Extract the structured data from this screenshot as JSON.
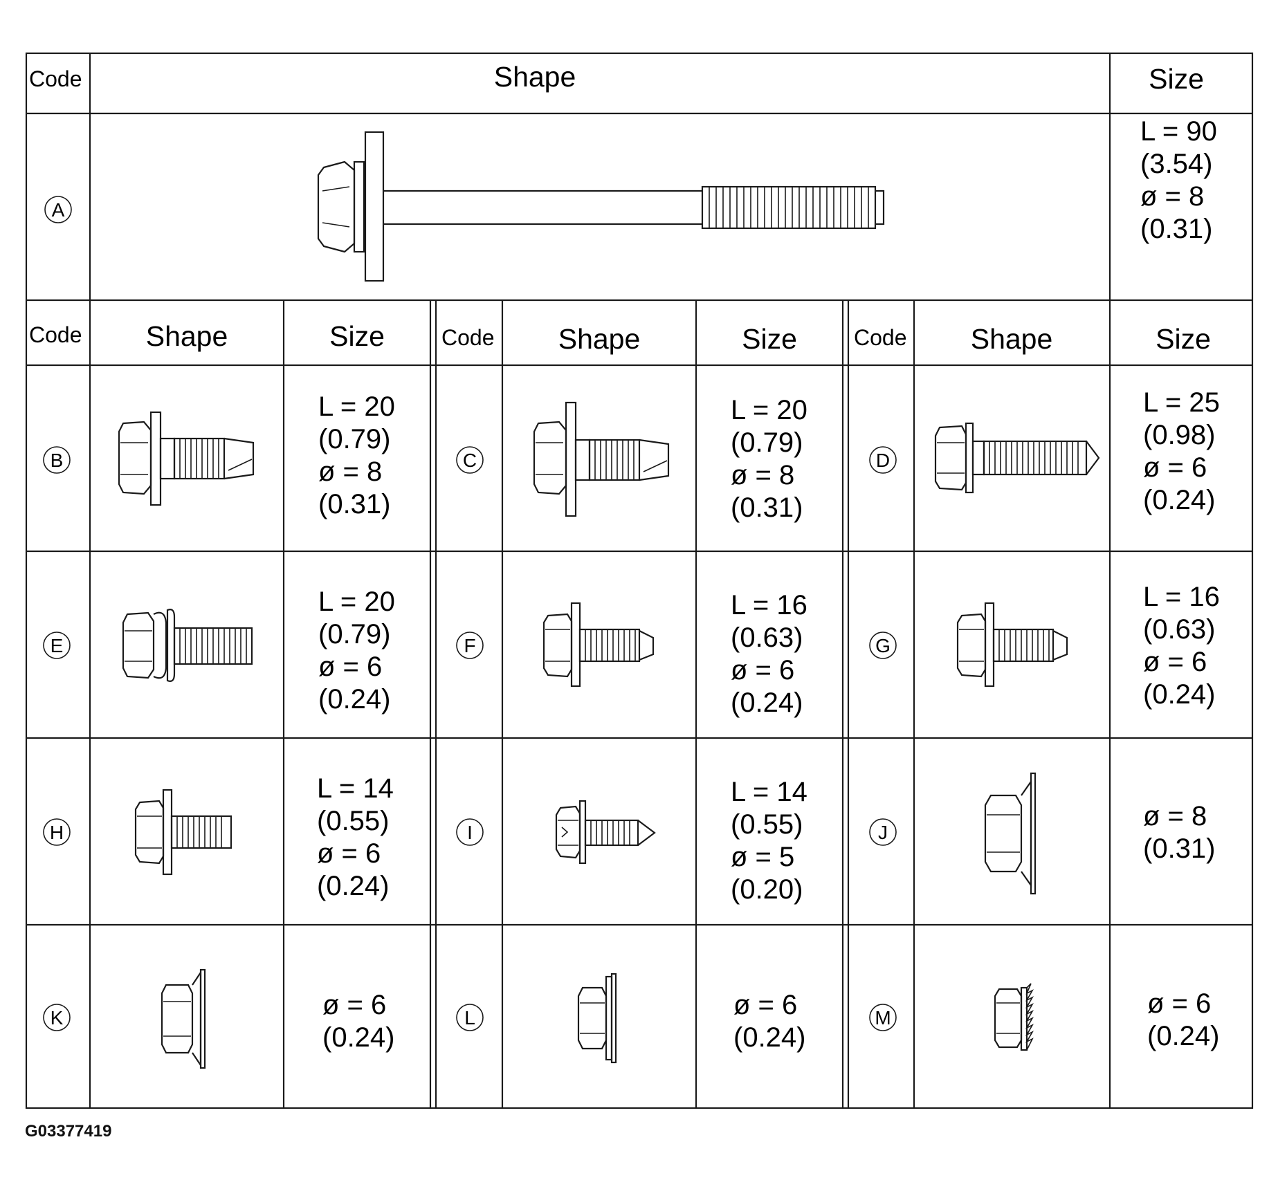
{
  "headers": {
    "code": "Code",
    "shape": "Shape",
    "size": "Size"
  },
  "fasteners": [
    {
      "code": "A",
      "type": "long-bolt-with-washer",
      "size_lines": [
        "L = 90",
        "(3.54)",
        "ø = 8",
        "(0.31)"
      ]
    },
    {
      "code": "B",
      "type": "bolt-with-washer-cutting-tip",
      "size_lines": [
        "L = 20",
        "(0.79)",
        "ø = 8",
        "(0.31)"
      ]
    },
    {
      "code": "C",
      "type": "bolt-with-washer-cutting-tip",
      "size_lines": [
        "L = 20",
        "(0.79)",
        "ø = 8",
        "(0.31)"
      ]
    },
    {
      "code": "D",
      "type": "flange-bolt-pointed",
      "size_lines": [
        "L = 25",
        "(0.98)",
        "ø = 6",
        "(0.24)"
      ]
    },
    {
      "code": "E",
      "type": "bolt-with-spring-washer",
      "size_lines": [
        "L = 20",
        "(0.79)",
        "ø = 6",
        "(0.24)"
      ]
    },
    {
      "code": "F",
      "type": "bolt-with-washer-tapered",
      "size_lines": [
        "L = 16",
        "(0.63)",
        "ø = 6",
        "(0.24)"
      ]
    },
    {
      "code": "G",
      "type": "bolt-with-washer-tapered",
      "size_lines": [
        "L = 16",
        "(0.63)",
        "ø = 6",
        "(0.24)"
      ]
    },
    {
      "code": "H",
      "type": "bolt-with-washer",
      "size_lines": [
        "L = 14",
        "(0.55)",
        "ø = 6",
        "(0.24)"
      ]
    },
    {
      "code": "I",
      "type": "self-tapping-screw",
      "size_lines": [
        "L = 14",
        "(0.55)",
        "ø = 5",
        "(0.20)"
      ]
    },
    {
      "code": "J",
      "type": "flange-nut-large",
      "size_lines": [
        "ø = 8",
        "(0.31)"
      ]
    },
    {
      "code": "K",
      "type": "flange-nut",
      "size_lines": [
        "ø = 6",
        "(0.24)"
      ]
    },
    {
      "code": "L",
      "type": "flange-nut-flat",
      "size_lines": [
        "ø = 6",
        "(0.24)"
      ]
    },
    {
      "code": "M",
      "type": "serrated-flange-nut",
      "size_lines": [
        "ø = 6",
        "(0.24)"
      ]
    }
  ],
  "figure_id": "G03377419"
}
